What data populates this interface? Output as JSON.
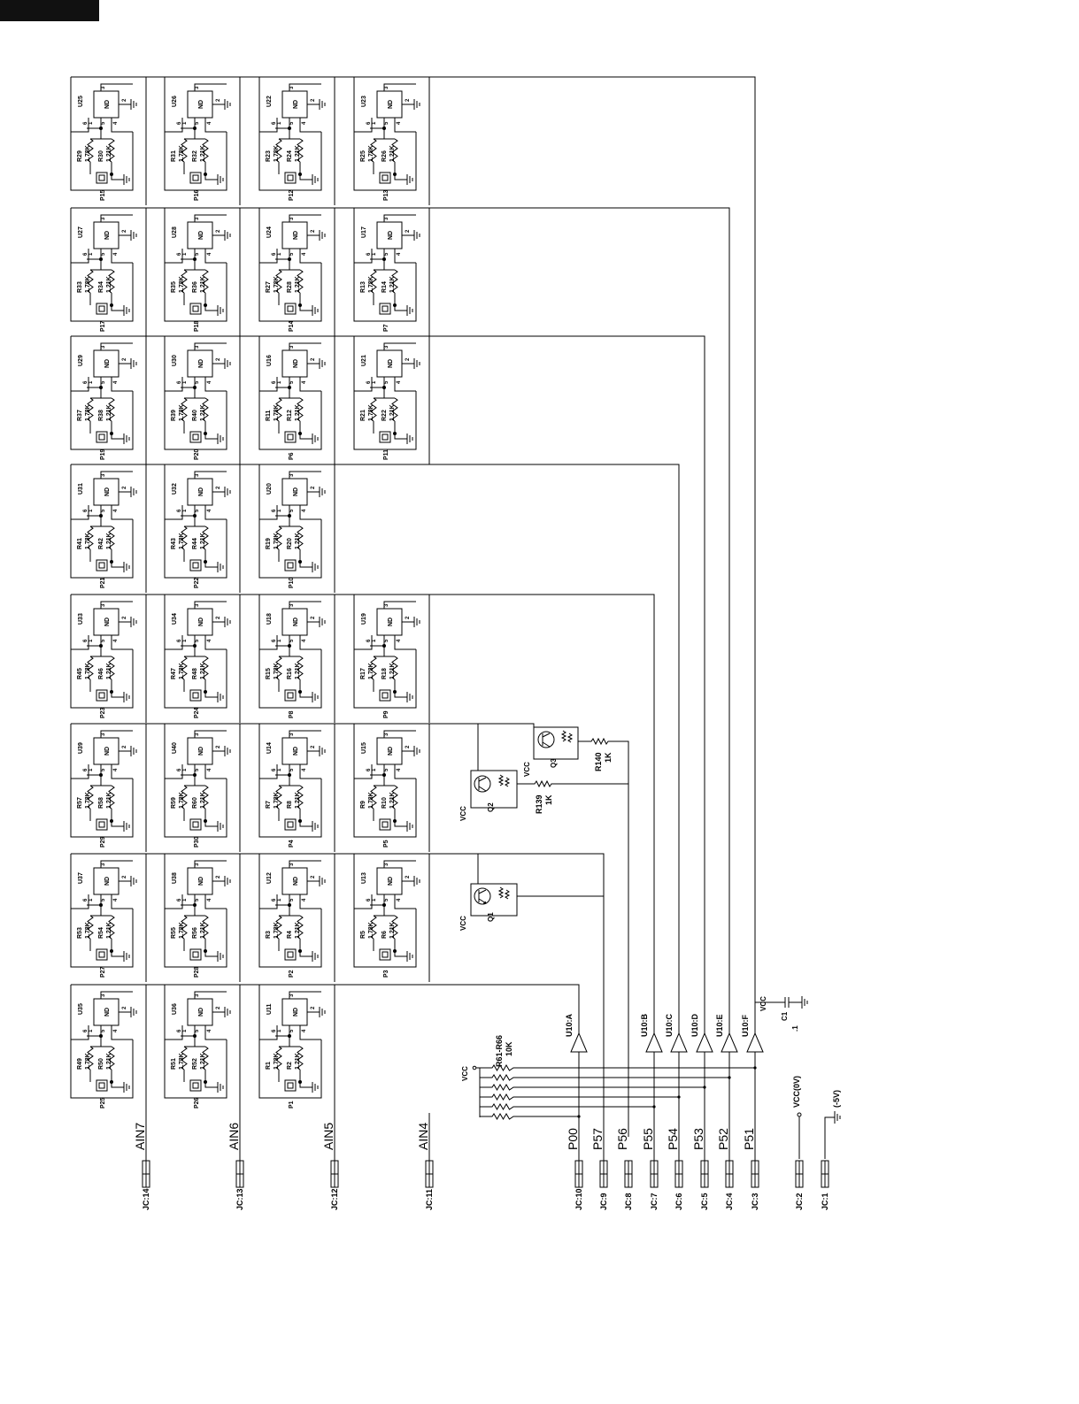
{
  "module": {
    "ic_label": "ND",
    "pin_labels": [
      "1",
      "2",
      "3",
      "4",
      "5",
      "6"
    ],
    "resistor_a_value": "1.78K",
    "resistor_b_value": "1.21K"
  },
  "columns": [
    {
      "id": "AIN7",
      "label": "AIN7",
      "connector": "JC:14",
      "pad": "C"
    },
    {
      "id": "AIN6",
      "label": "AIN6",
      "connector": "JC:13",
      "pad": "C"
    },
    {
      "id": "AIN5",
      "label": "AIN5",
      "connector": "JC:12",
      "pad": "C"
    },
    {
      "id": "AIN4",
      "label": "AIN4",
      "connector": "JC:11",
      "pad": "C"
    }
  ],
  "modules": [
    {
      "row": 0,
      "col": 0,
      "u": "U25",
      "ra": "R29",
      "rb": "R30",
      "p": "P15"
    },
    {
      "row": 0,
      "col": 1,
      "u": "U26",
      "ra": "R31",
      "rb": "R32",
      "p": "P16"
    },
    {
      "row": 0,
      "col": 2,
      "u": "U22",
      "ra": "R23",
      "rb": "R24",
      "p": "P12"
    },
    {
      "row": 0,
      "col": 3,
      "u": "U23",
      "ra": "R25",
      "rb": "R26",
      "p": "P13"
    },
    {
      "row": 1,
      "col": 0,
      "u": "U27",
      "ra": "R33",
      "rb": "R34",
      "p": "P17"
    },
    {
      "row": 1,
      "col": 1,
      "u": "U28",
      "ra": "R35",
      "rb": "R36",
      "p": "P18"
    },
    {
      "row": 1,
      "col": 2,
      "u": "U24",
      "ra": "R27",
      "rb": "R28",
      "p": "P14"
    },
    {
      "row": 1,
      "col": 3,
      "u": "U17",
      "ra": "R13",
      "rb": "R14",
      "p": "P7"
    },
    {
      "row": 2,
      "col": 0,
      "u": "U29",
      "ra": "R37",
      "rb": "R38",
      "p": "P19"
    },
    {
      "row": 2,
      "col": 1,
      "u": "U30",
      "ra": "R39",
      "rb": "R40",
      "p": "P20"
    },
    {
      "row": 2,
      "col": 2,
      "u": "U16",
      "ra": "R11",
      "rb": "R12",
      "p": "P6"
    },
    {
      "row": 2,
      "col": 3,
      "u": "U21",
      "ra": "R21",
      "rb": "R22",
      "p": "P11"
    },
    {
      "row": 3,
      "col": 0,
      "u": "U31",
      "ra": "R41",
      "rb": "R42",
      "p": "P21"
    },
    {
      "row": 3,
      "col": 1,
      "u": "U32",
      "ra": "R43",
      "rb": "R44",
      "p": "P22"
    },
    {
      "row": 3,
      "col": 2,
      "u": "U20",
      "ra": "R19",
      "rb": "R20",
      "p": "P10"
    },
    {
      "row": 4,
      "col": 0,
      "u": "U33",
      "ra": "R45",
      "rb": "R46",
      "p": "P23"
    },
    {
      "row": 4,
      "col": 1,
      "u": "U34",
      "ra": "R47",
      "rb": "R48",
      "p": "P24"
    },
    {
      "row": 4,
      "col": 2,
      "u": "U18",
      "ra": "R15",
      "rb": "R16",
      "p": "P8"
    },
    {
      "row": 4,
      "col": 3,
      "u": "U19",
      "ra": "R17",
      "rb": "R18",
      "p": "P9"
    },
    {
      "row": 5,
      "col": 0,
      "u": "U39",
      "ra": "R57",
      "rb": "R58",
      "p": "P29"
    },
    {
      "row": 5,
      "col": 1,
      "u": "U40",
      "ra": "R59",
      "rb": "R60",
      "p": "P30"
    },
    {
      "row": 5,
      "col": 2,
      "u": "U14",
      "ra": "R7",
      "rb": "R8",
      "p": "P4"
    },
    {
      "row": 5,
      "col": 3,
      "u": "U15",
      "ra": "R9",
      "rb": "R10",
      "p": "P5"
    },
    {
      "row": 6,
      "col": 0,
      "u": "U37",
      "ra": "R53",
      "rb": "R54",
      "p": "P27"
    },
    {
      "row": 6,
      "col": 1,
      "u": "U38",
      "ra": "R55",
      "rb": "R56",
      "p": "P28"
    },
    {
      "row": 6,
      "col": 2,
      "u": "U12",
      "ra": "R3",
      "rb": "R4",
      "p": "P2"
    },
    {
      "row": 6,
      "col": 3,
      "u": "U13",
      "ra": "R5",
      "rb": "R6",
      "p": "P3"
    },
    {
      "row": 7,
      "col": 0,
      "u": "U35",
      "ra": "R49",
      "rb": "R50",
      "p": "P25"
    },
    {
      "row": 7,
      "col": 1,
      "u": "U36",
      "ra": "R51",
      "rb": "R52",
      "p": "P26"
    },
    {
      "row": 7,
      "col": 2,
      "u": "U11",
      "ra": "R1",
      "rb": "R2",
      "p": "P1"
    }
  ],
  "port_lines": [
    {
      "label": "P51",
      "connector": "JC:3",
      "buffer": "U10:F"
    },
    {
      "label": "P52",
      "connector": "JC:4",
      "buffer": "U10:E"
    },
    {
      "label": "P53",
      "connector": "JC:5",
      "buffer": "U10:D"
    },
    {
      "label": "P54",
      "connector": "JC:6",
      "buffer": "U10:C"
    },
    {
      "label": "P55",
      "connector": "JC:7",
      "buffer": "U10:B"
    },
    {
      "label": "P56",
      "connector": "JC:8",
      "buffer": ""
    },
    {
      "label": "P57",
      "connector": "JC:9",
      "buffer": ""
    },
    {
      "label": "P00",
      "connector": "JC:10",
      "buffer": "U10:A"
    }
  ],
  "pullups": {
    "ref": "R61-R66",
    "value": "10K",
    "supply": "VCC"
  },
  "transistors": [
    {
      "ref": "Q1",
      "supply": "VCC"
    },
    {
      "ref": "Q2",
      "supply": "VCC"
    },
    {
      "ref": "Q3",
      "supply": "VCC"
    }
  ],
  "base_resistors": [
    {
      "ref": "R140",
      "value": "1K"
    },
    {
      "ref": "R139",
      "value": "1K"
    }
  ],
  "capacitor": {
    "ref": "C1",
    "value": ".1",
    "supply": "VCC"
  },
  "power": {
    "vcc_label": "VCC(0V)",
    "vcc_connector": "JC:2",
    "neg_label": "(-5V)",
    "neg_connector": "JC:1"
  }
}
